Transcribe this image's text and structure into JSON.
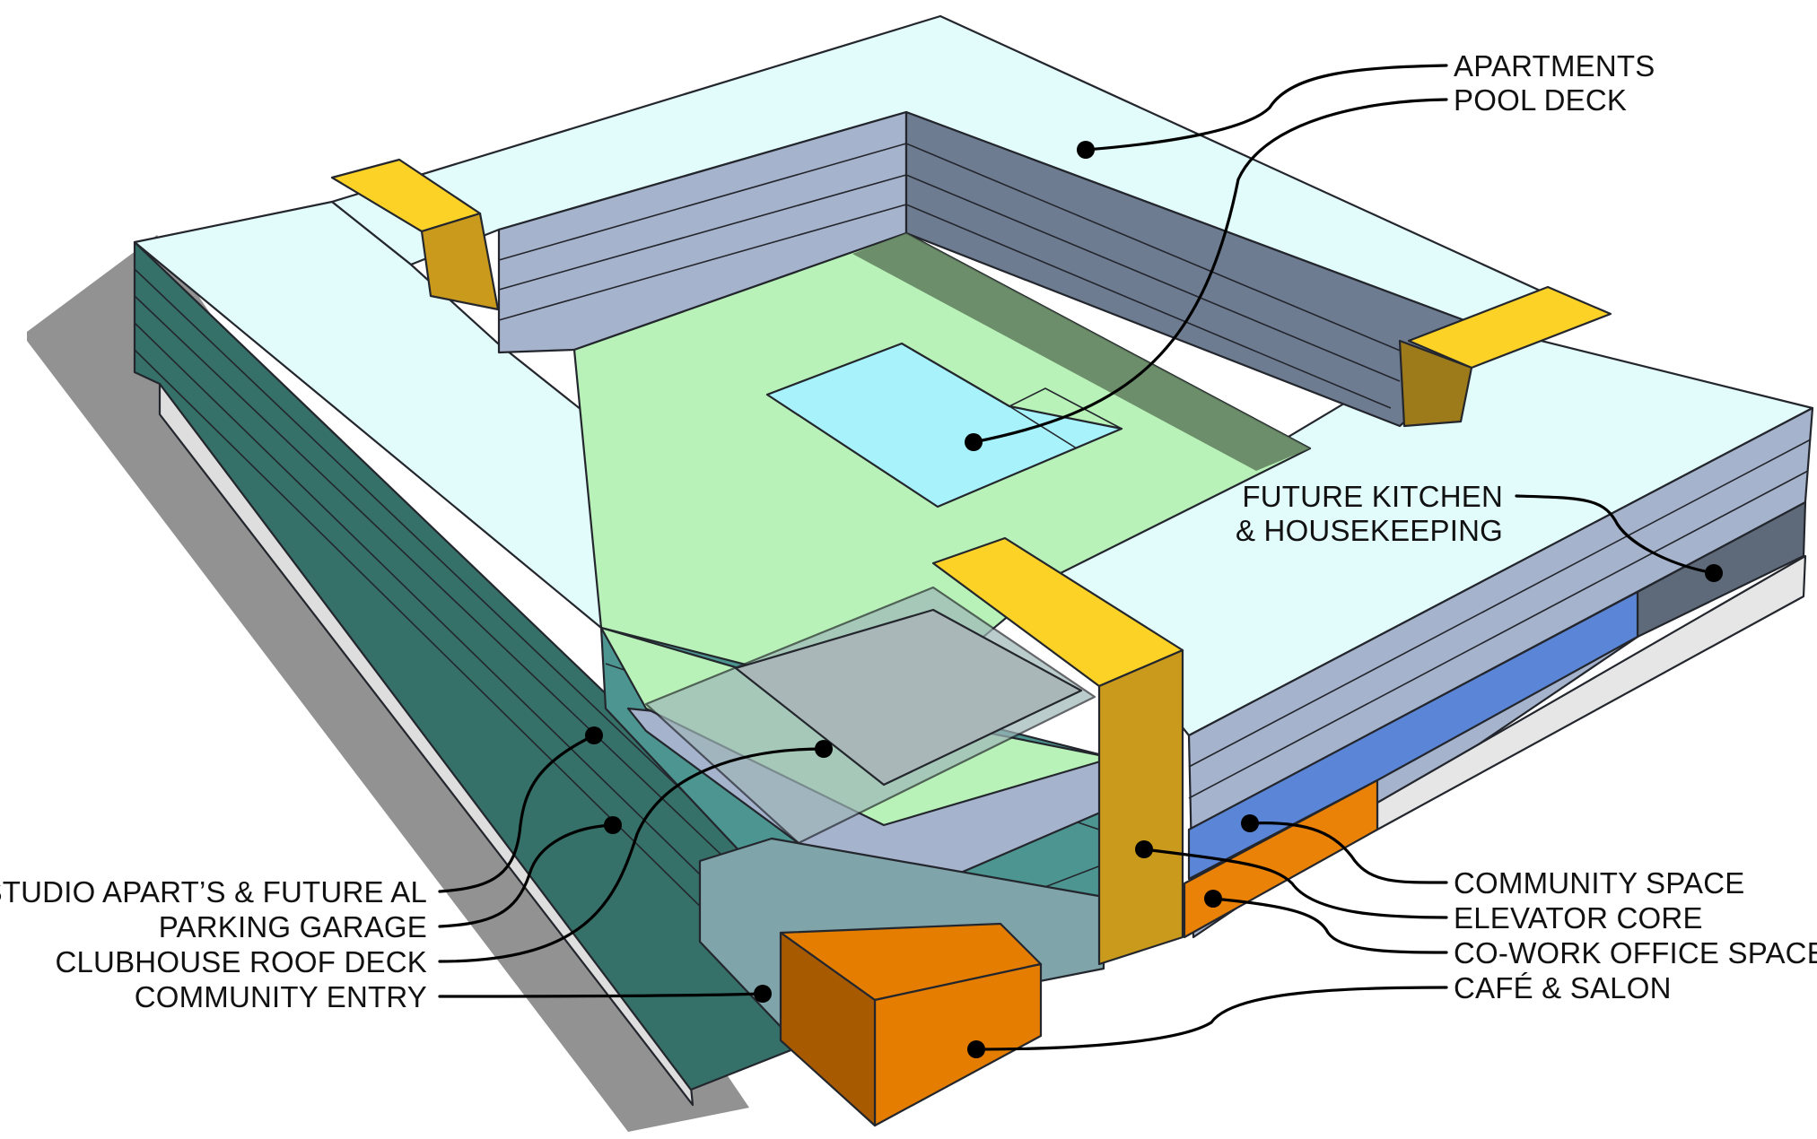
{
  "diagram": {
    "labels": {
      "apartments": "APARTMENTS",
      "pool_deck": "POOL DECK",
      "future_kitchen_line1": "FUTURE KITCHEN",
      "future_kitchen_line2": "& HOUSEKEEPING",
      "community_space": "COMMUNITY SPACE",
      "elevator_core": "ELEVATOR CORE",
      "cowork_office": "CO-WORK OFFICE SPACE",
      "cafe_salon": "CAFÉ & SALON",
      "studio_apartments": "STUDIO APART’S & FUTURE AL",
      "parking_garage": "PARKING GARAGE",
      "clubhouse_roof_deck": "CLUBHOUSE ROOF DECK",
      "community_entry": "COMMUNITY ENTRY"
    },
    "colors": {
      "apartments_roof": "#e2fbfb",
      "apartment_floors": "#a5b3cc",
      "apartment_floors_shade": "#6e7c92",
      "pool_deck": "#b8f2b8",
      "pool": "#a8f2fb",
      "elevator_core": "#fdd227",
      "elevator_core_side": "#c99a1c",
      "studio_floors": "#357069",
      "parking_garage": "#4c9590",
      "community_space": "#5b86d8",
      "cowork_office": "#e98206",
      "cafe_salon": "#e47d00",
      "glass_canopy": "#9fb7b8",
      "ground_shadow": "#8f8f8f",
      "ground_floor": "#e3e3e3"
    }
  }
}
